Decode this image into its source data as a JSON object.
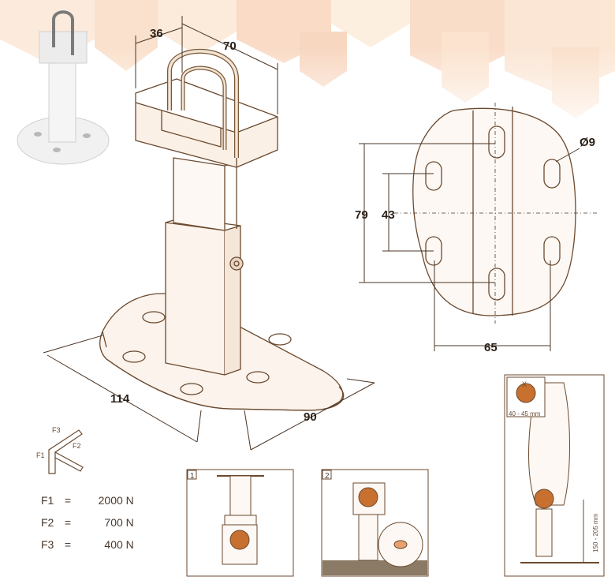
{
  "dimensions": {
    "bracket_depth": "36",
    "bracket_width": "70",
    "base_length": "114",
    "base_width": "90",
    "hole_vertical_span": "79",
    "hole_vertical_inner": "43",
    "hole_horizontal_span": "65",
    "hole_diameter": "Ø9"
  },
  "force_diagram": {
    "labels": [
      "F3",
      "F1",
      "F2"
    ]
  },
  "forces": [
    {
      "name": "F1",
      "eq": "=",
      "value": "2000 N"
    },
    {
      "name": "F2",
      "eq": "=",
      "value": "700 N"
    },
    {
      "name": "F3",
      "eq": "=",
      "value": "400 N"
    }
  ],
  "steps": [
    {
      "number": "1"
    },
    {
      "number": "2"
    }
  ],
  "install_detail": {
    "clamp_label": "X",
    "clamp_range": "40 - 45 mm",
    "height_range": "150 - 205 mm"
  },
  "colors": {
    "line": "#6b4a2f",
    "accent": "#e08a4f",
    "background_tiles": "#f6c9a8"
  }
}
